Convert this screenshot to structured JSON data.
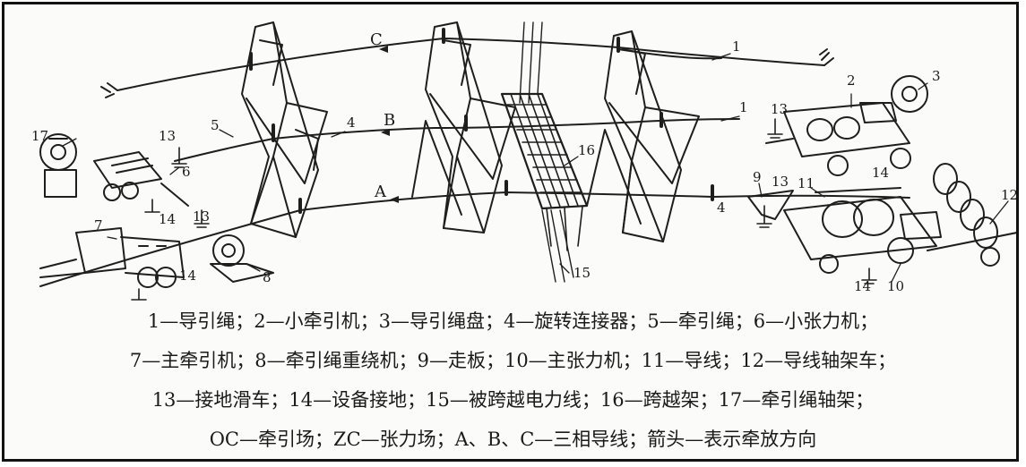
{
  "phase_labels": {
    "a": "A",
    "b": "B",
    "c": "C"
  },
  "callouts": {
    "n1a": "1",
    "n1b": "1",
    "n2": "2",
    "n3": "3",
    "n4a": "4",
    "n4b": "4",
    "n5": "5",
    "n6": "6",
    "n7": "7",
    "n8": "8",
    "n9": "9",
    "n10": "10",
    "n11": "11",
    "n12": "12",
    "n13a": "13",
    "n13b": "13",
    "n13c": "13",
    "n13d": "13",
    "n14a": "14",
    "n14b": "14",
    "n14c": "14",
    "n14d": "14",
    "n15": "15",
    "n16": "16",
    "n17": "17"
  },
  "legend": {
    "line1": "1—导引绳；2—小牵引机；3—导引绳盘；4—旋转连接器；5—牵引绳；6—小张力机；",
    "line2": "7—主牵引机；8—牵引绳重绕机；9—走板；10—主张力机；11—导线；12—导线轴架车；",
    "line3": "13—接地滑车；14—设备接地；15—被跨越电力线；16—跨越架；17—牵引绳轴架；",
    "line4": "OC—牵引场；ZC—张力场；A、B、C—三相导线；箭头—表示牵放方向"
  }
}
